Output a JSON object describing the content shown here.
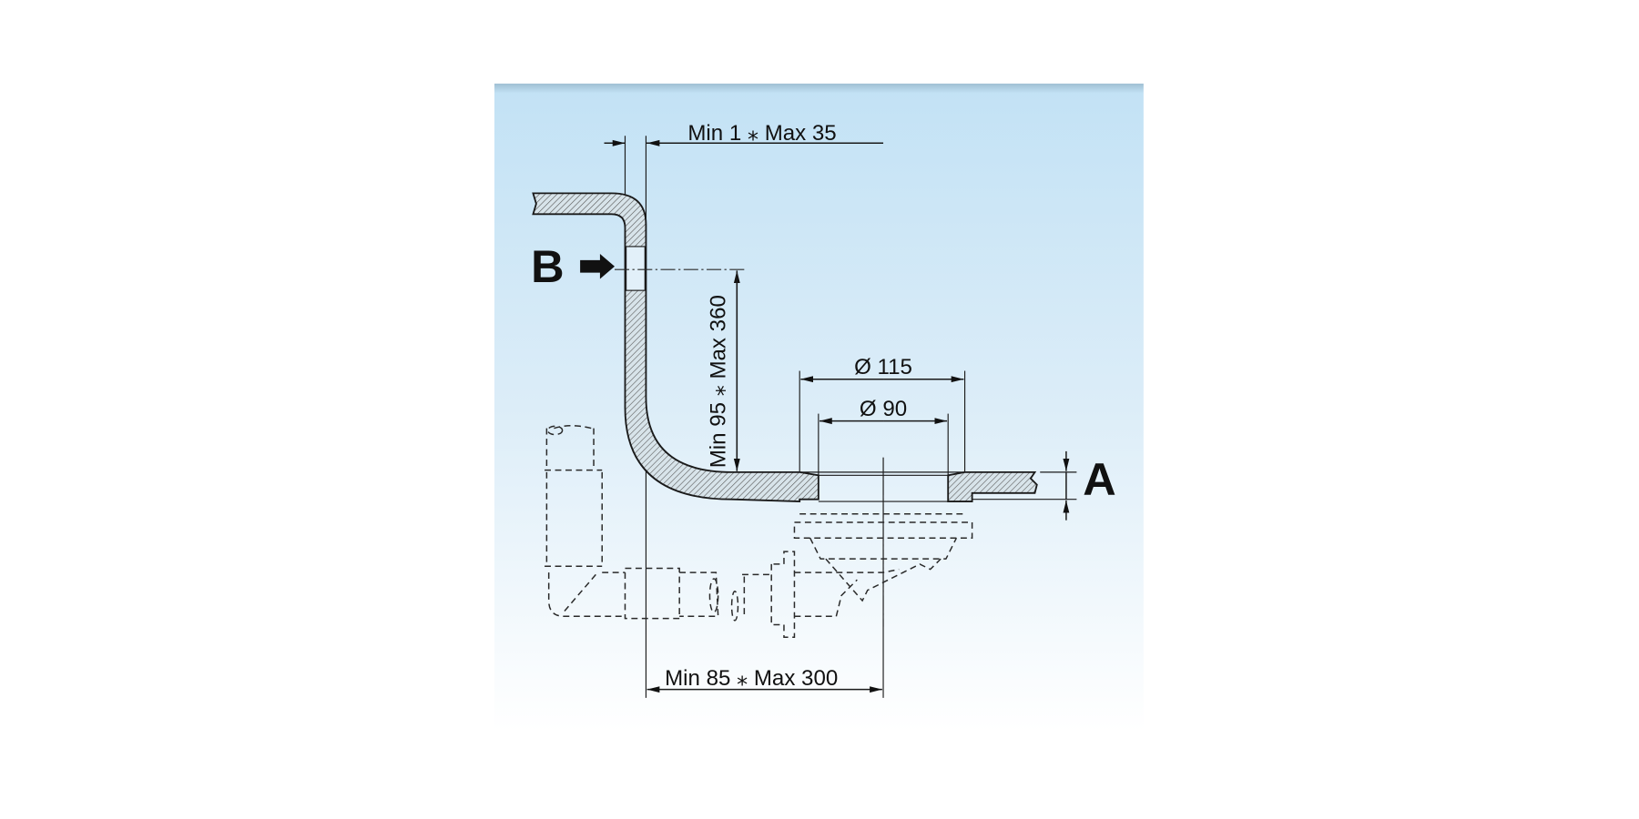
{
  "diagram": {
    "labels": {
      "b": "B",
      "a": "A"
    },
    "dimensions": {
      "top_gap": "Min 1  ⁎  Max 35",
      "height": "Min 95  ⁎  Max 360",
      "outer_diameter": "Ø 115",
      "inner_diameter": "Ø 90",
      "horizontal_offset": "Min 85  ⁎  Max 300"
    },
    "colors": {
      "bg_top": "#c3e2f5",
      "bg_bottom": "#ffffff",
      "line": "#1a1a1a"
    }
  }
}
